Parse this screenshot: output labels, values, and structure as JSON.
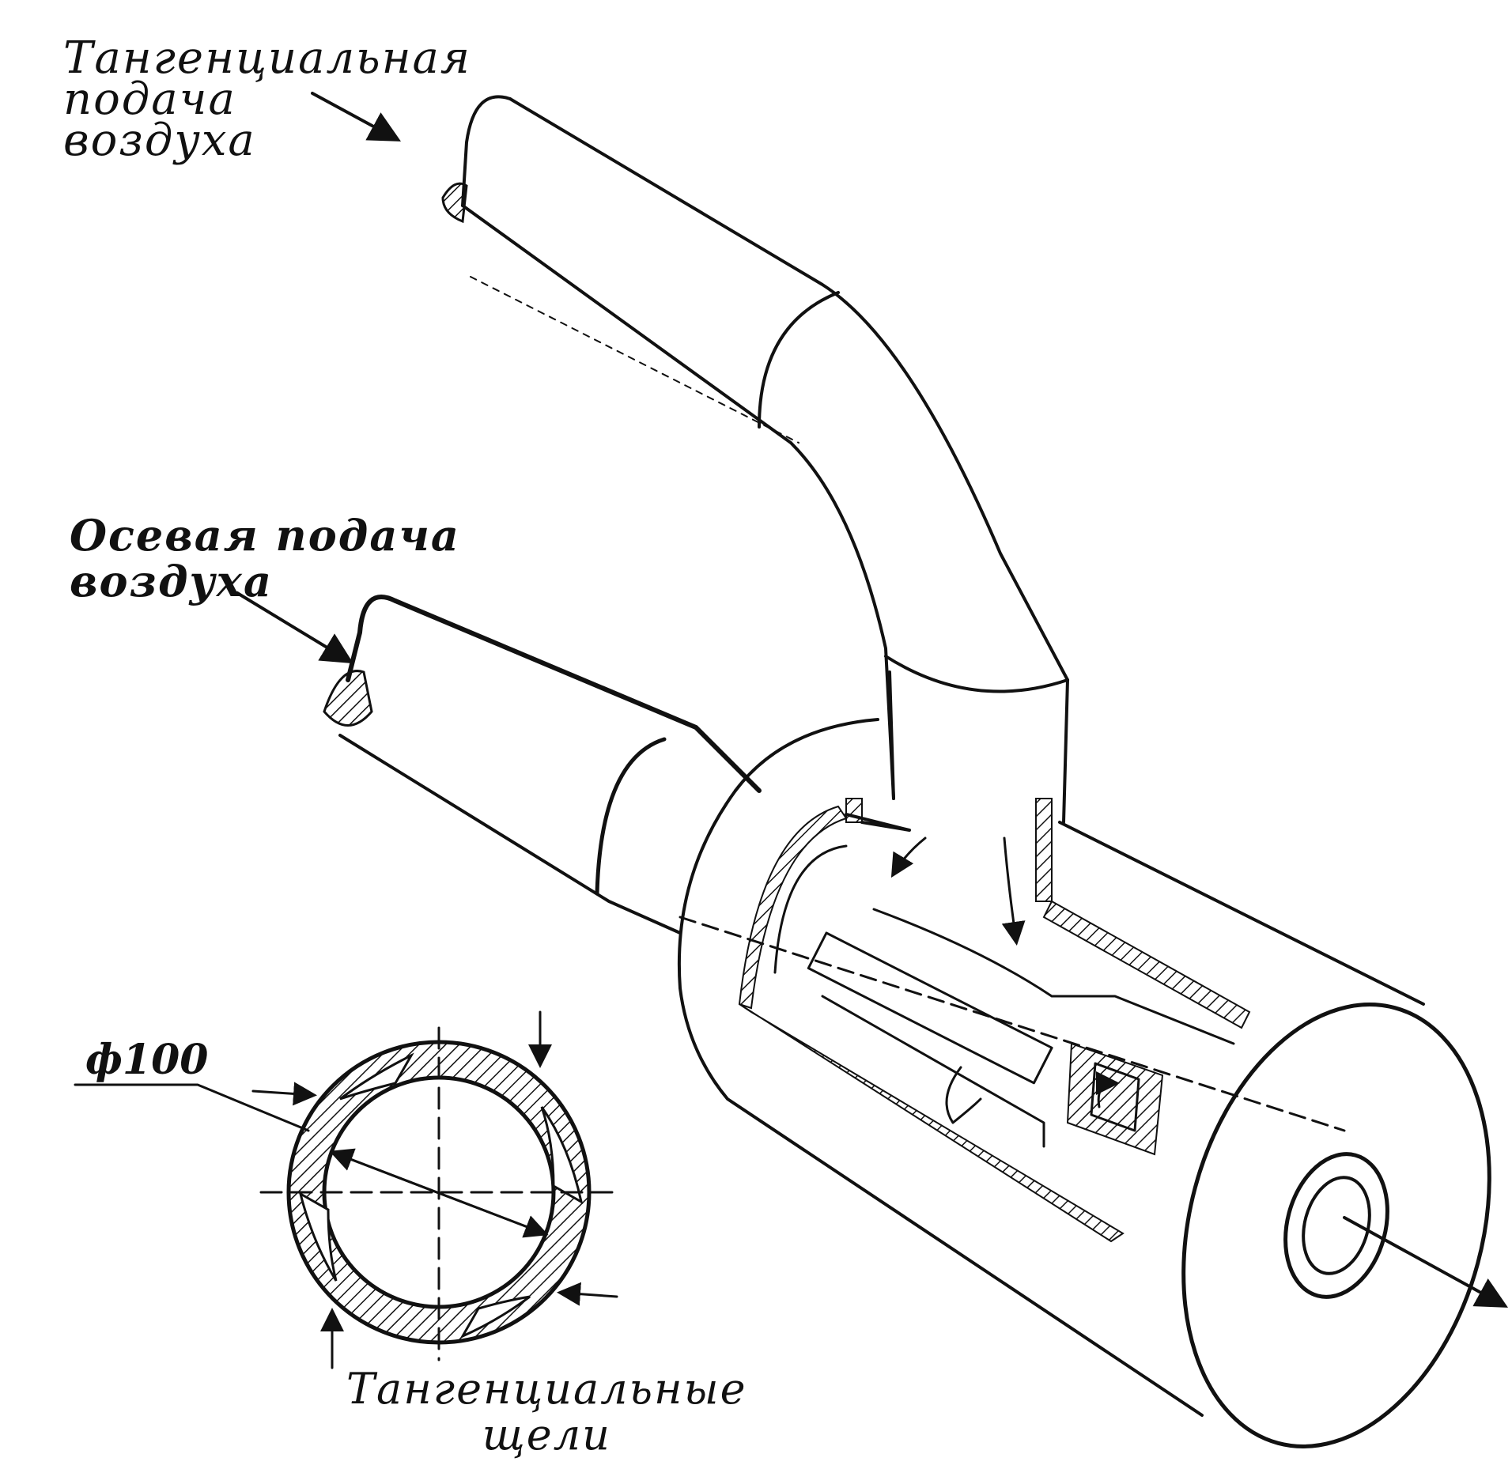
{
  "labels": {
    "tangential_supply": [
      "Тангенциальная",
      "подача",
      "воздуха"
    ],
    "axial_supply": [
      "Осевая подача",
      "воздуха"
    ],
    "diameter": "ф100",
    "tangential_slots": [
      "Тангенциальные",
      "щели"
    ]
  },
  "colors": {
    "ink": "#111111",
    "paper": "#ffffff"
  }
}
